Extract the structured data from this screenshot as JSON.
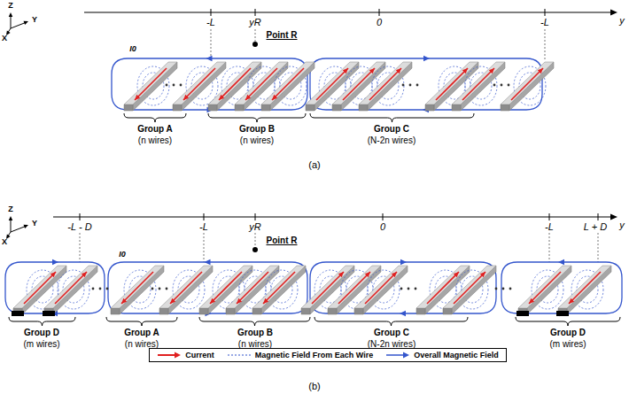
{
  "diagram": {
    "labels": [
      "Z",
      "Y",
      "X",
      "-L",
      "yR",
      "0",
      "-L",
      "y",
      "Point R",
      "I0",
      "Group A",
      "(n wires)",
      "Group B",
      "(n wires)",
      "Group C",
      "(N-2n wires)",
      "(a)",
      "Z",
      "Y",
      "X",
      "-L - D",
      "-L",
      "yR",
      "0",
      "-L",
      "L + D",
      "y",
      "Point R",
      "I0",
      "Group D",
      "(m wires)",
      "Group A",
      "(n wires)",
      "Group B",
      "(n wires)",
      "Group C",
      "(N-2n wires)",
      "Group D",
      "(m wires)",
      "(b)"
    ],
    "legend": [
      {
        "text": "Current"
      },
      {
        "text": "Magnetic Field From Each Wire"
      },
      {
        "text": "Overall Magnetic Field"
      }
    ]
  }
}
